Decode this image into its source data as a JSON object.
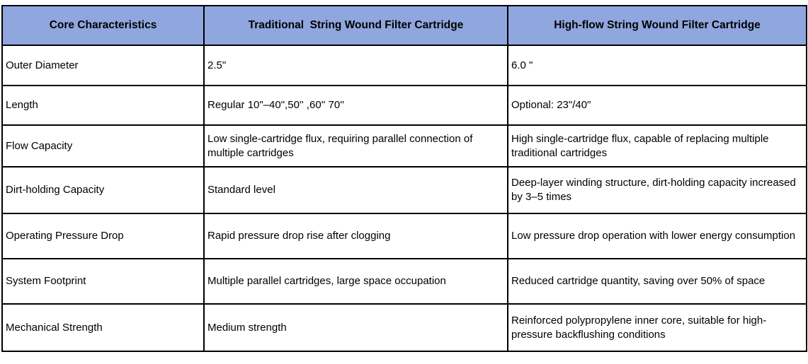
{
  "table": {
    "header_bg": "#8FA6DE",
    "border_color": "#000000",
    "columns": [
      "Core Characteristics",
      "Traditional  String Wound Filter Cartridge",
      "High-flow String Wound Filter Cartridge"
    ],
    "rows": [
      {
        "characteristic": "Outer Diameter",
        "traditional": "2.5\"",
        "highflow": "6.0 \""
      },
      {
        "characteristic": "Length",
        "traditional": "Regular 10\"–40\",50'' ,60'' 70''",
        "highflow": "Optional: 23\"/40\""
      },
      {
        "characteristic": "Flow Capacity",
        "traditional": "Low single-cartridge flux, requiring parallel connection of multiple cartridges",
        "highflow": "High single-cartridge flux, capable of replacing multiple traditional cartridges"
      },
      {
        "characteristic": "Dirt-holding Capacity",
        "traditional": "Standard level",
        "highflow": "Deep-layer winding structure, dirt-holding capacity increased by 3–5 times"
      },
      {
        "characteristic": "Operating Pressure Drop",
        "traditional": "Rapid pressure drop rise after clogging",
        "highflow": "Low pressure drop operation with lower energy consumption"
      },
      {
        "characteristic": "System Footprint",
        "traditional": "Multiple parallel cartridges, large space occupation",
        "highflow": "Reduced cartridge quantity, saving over 50% of space"
      },
      {
        "characteristic": "Mechanical Strength",
        "traditional": "Medium strength",
        "highflow": "Reinforced polypropylene inner core, suitable for high-pressure backflushing conditions"
      }
    ]
  }
}
